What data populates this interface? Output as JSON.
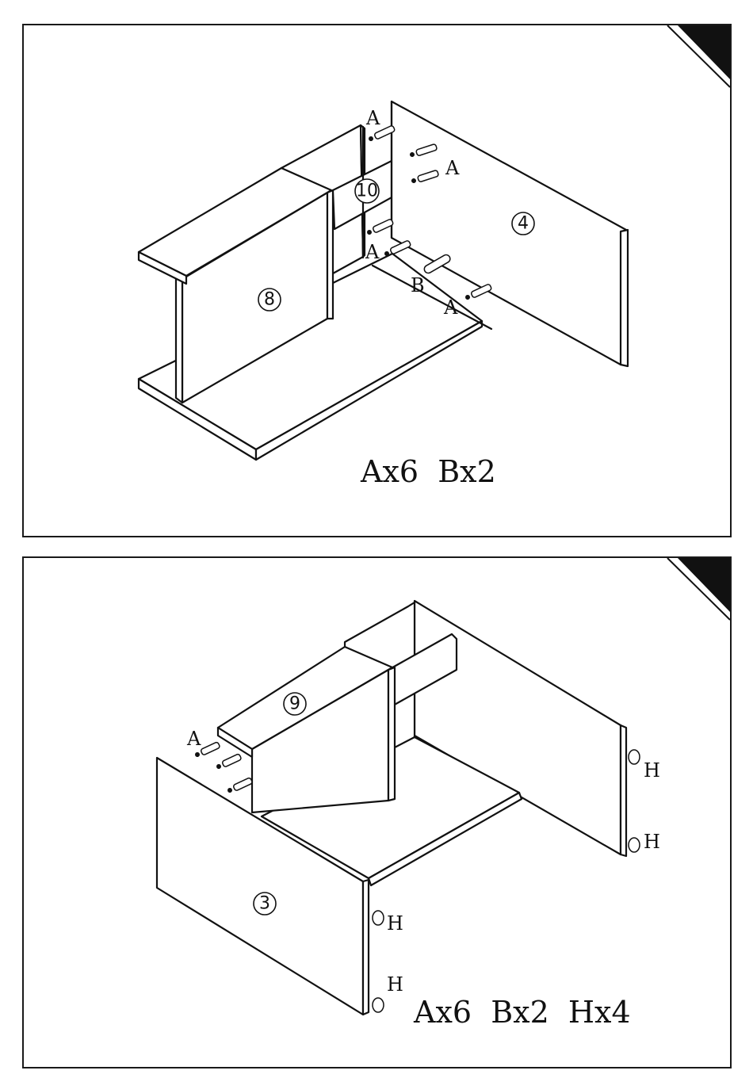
{
  "step1": {
    "parts": {
      "p8": "8",
      "p10": "10",
      "p4": "4"
    },
    "hardware_labels": [
      "A",
      "A",
      "A",
      "B",
      "A"
    ],
    "quantity": "Ax6  Bx2"
  },
  "step2": {
    "parts": {
      "p9": "9",
      "p3": "3"
    },
    "hardware_labels": [
      "A",
      "H",
      "H",
      "H",
      "H"
    ],
    "quantity": "Ax6  Bx2  Hx4"
  },
  "colors": {
    "line": "#111111",
    "background": "#ffffff"
  }
}
